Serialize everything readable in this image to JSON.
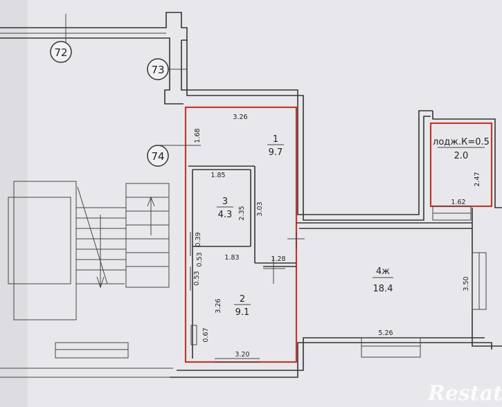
{
  "axes": [
    "72",
    "73",
    "74"
  ],
  "rooms": {
    "r1": {
      "number": "1",
      "area": "9.7"
    },
    "r2": {
      "number": "2",
      "area": "9.1"
    },
    "r3": {
      "number": "3",
      "area": "4.3"
    },
    "r4": {
      "number": "4ж",
      "area": "18.4"
    },
    "loggia": {
      "label": "лодж.К=0.5",
      "area": "2.0"
    }
  },
  "dims": {
    "r1_top": "3.26",
    "r1_left": "1.68",
    "r3_top": "1.85",
    "r3_h1": "2.35",
    "r3_h2": "3.03",
    "r3_small": "0.39",
    "r2_top": "1.83",
    "r2_right": "1.28",
    "r2_left_a": "0.53",
    "r2_left_b": "0.53",
    "r2_height": "3.26",
    "r2_door": "0.67",
    "r2_bottom": "3.20",
    "loggia_h": "2.47",
    "loggia_w": "1.62",
    "r4_right": "3.50",
    "r4_bottom": "5.26"
  },
  "watermark": "Restate"
}
